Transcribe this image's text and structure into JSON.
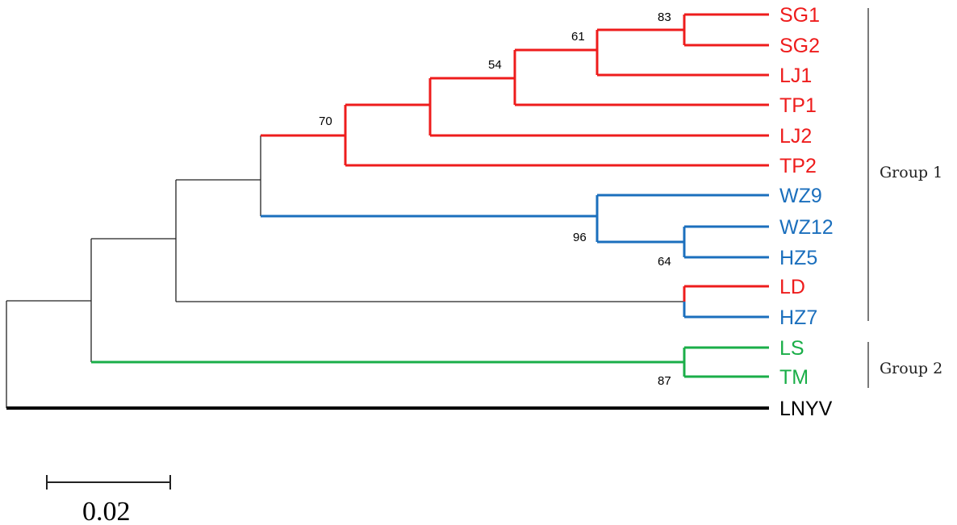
{
  "colors": {
    "red": "#ee1c1c",
    "blue": "#1b6fbd",
    "green": "#1aae48",
    "black": "#000000",
    "thin": "#222222"
  },
  "taxa": [
    {
      "id": "SG1",
      "label": "SG1",
      "color": "red"
    },
    {
      "id": "SG2",
      "label": "SG2",
      "color": "red"
    },
    {
      "id": "LJ1",
      "label": "LJ1",
      "color": "red"
    },
    {
      "id": "TP1",
      "label": "TP1",
      "color": "red"
    },
    {
      "id": "LJ2",
      "label": "LJ2",
      "color": "red"
    },
    {
      "id": "TP2",
      "label": "TP2",
      "color": "red"
    },
    {
      "id": "WZ9",
      "label": "WZ9",
      "color": "blue"
    },
    {
      "id": "WZ12",
      "label": "WZ12",
      "color": "blue"
    },
    {
      "id": "HZ5",
      "label": "HZ5",
      "color": "blue"
    },
    {
      "id": "LD",
      "label": "LD",
      "color": "red"
    },
    {
      "id": "HZ7",
      "label": "HZ7",
      "color": "blue"
    },
    {
      "id": "LS",
      "label": "LS",
      "color": "green"
    },
    {
      "id": "TM",
      "label": "TM",
      "color": "green"
    },
    {
      "id": "LNYV",
      "label": "LNYV",
      "color": "black"
    }
  ],
  "bootstrap": {
    "sg1_sg2": "83",
    "sg_lj1": "61",
    "sg_lj1_tp1": "54",
    "red_clade": "70",
    "wz_hz": "96",
    "wz12_hz5": "64",
    "ls_tm": "87"
  },
  "groups": [
    {
      "label": "Group 1",
      "from": "SG1",
      "to": "HZ7"
    },
    {
      "label": "Group 2",
      "from": "LS",
      "to": "TM"
    }
  ],
  "scale_bar": {
    "label": "0.02",
    "value": 0.02
  }
}
